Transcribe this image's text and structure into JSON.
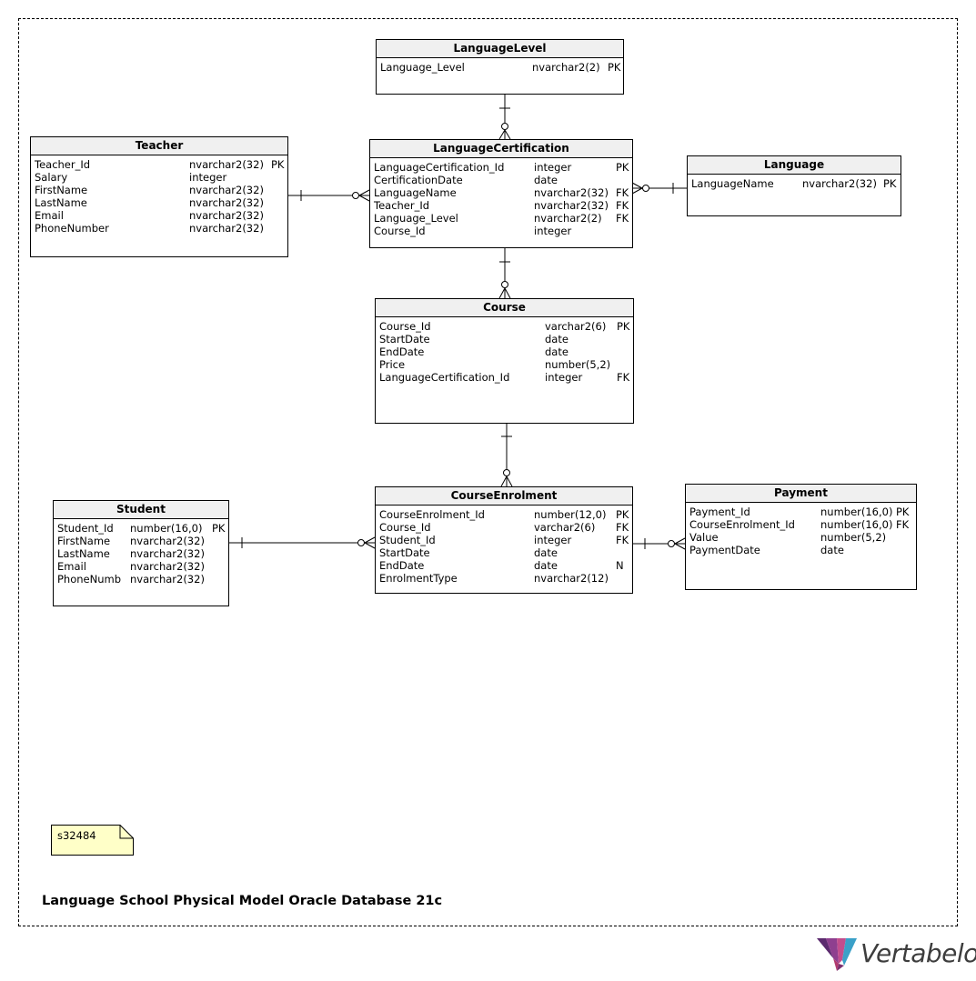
{
  "diagram": {
    "title": "Language School Physical Model Oracle Database 21c",
    "note": "s32484",
    "brand": "Vertabelo"
  },
  "tables": {
    "languagelevel": {
      "name": "LanguageLevel",
      "columns": [
        {
          "name": "Language_Level",
          "type": "nvarchar2(2)",
          "key": "PK"
        }
      ]
    },
    "teacher": {
      "name": "Teacher",
      "columns": [
        {
          "name": "Teacher_Id",
          "type": "nvarchar2(32)",
          "key": "PK"
        },
        {
          "name": "Salary",
          "type": "integer",
          "key": ""
        },
        {
          "name": "FirstName",
          "type": "nvarchar2(32)",
          "key": ""
        },
        {
          "name": "LastName",
          "type": "nvarchar2(32)",
          "key": ""
        },
        {
          "name": "Email",
          "type": "nvarchar2(32)",
          "key": ""
        },
        {
          "name": "PhoneNumber",
          "type": "nvarchar2(32)",
          "key": ""
        }
      ]
    },
    "languagecertification": {
      "name": "LanguageCertification",
      "columns": [
        {
          "name": "LanguageCertification_Id",
          "type": "integer",
          "key": "PK"
        },
        {
          "name": "CertificationDate",
          "type": "date",
          "key": ""
        },
        {
          "name": "LanguageName",
          "type": "nvarchar2(32)",
          "key": "FK"
        },
        {
          "name": "Teacher_Id",
          "type": "nvarchar2(32)",
          "key": "FK"
        },
        {
          "name": "Language_Level",
          "type": "nvarchar2(2)",
          "key": "FK"
        },
        {
          "name": "Course_Id",
          "type": "integer",
          "key": ""
        }
      ]
    },
    "language": {
      "name": "Language",
      "columns": [
        {
          "name": "LanguageName",
          "type": "nvarchar2(32)",
          "key": "PK"
        }
      ]
    },
    "course": {
      "name": "Course",
      "columns": [
        {
          "name": "Course_Id",
          "type": "varchar2(6)",
          "key": "PK"
        },
        {
          "name": "StartDate",
          "type": "date",
          "key": ""
        },
        {
          "name": "EndDate",
          "type": "date",
          "key": ""
        },
        {
          "name": "Price",
          "type": "number(5,2)",
          "key": ""
        },
        {
          "name": "LanguageCertification_Id",
          "type": "integer",
          "key": "FK"
        }
      ]
    },
    "student": {
      "name": "Student",
      "columns": [
        {
          "name": "Student_Id",
          "type": "number(16,0)",
          "key": "PK"
        },
        {
          "name": "FirstName",
          "type": "nvarchar2(32)",
          "key": ""
        },
        {
          "name": "LastName",
          "type": "nvarchar2(32)",
          "key": ""
        },
        {
          "name": "Email",
          "type": "nvarchar2(32)",
          "key": ""
        },
        {
          "name": "PhoneNumb",
          "type": "nvarchar2(32)",
          "key": ""
        }
      ]
    },
    "courseenrolment": {
      "name": "CourseEnrolment",
      "columns": [
        {
          "name": "CourseEnrolment_Id",
          "type": "number(12,0)",
          "key": "PK"
        },
        {
          "name": "Course_Id",
          "type": "varchar2(6)",
          "key": "FK"
        },
        {
          "name": "Student_Id",
          "type": "integer",
          "key": "FK"
        },
        {
          "name": "StartDate",
          "type": "date",
          "key": ""
        },
        {
          "name": "EndDate",
          "type": "date",
          "key": "N"
        },
        {
          "name": "EnrolmentType",
          "type": "nvarchar2(12)",
          "key": ""
        }
      ]
    },
    "payment": {
      "name": "Payment",
      "columns": [
        {
          "name": "Payment_Id",
          "type": "number(16,0)",
          "key": "PK"
        },
        {
          "name": "CourseEnrolment_Id",
          "type": "number(16,0)",
          "key": "FK"
        },
        {
          "name": "Value",
          "type": "number(5,2)",
          "key": ""
        },
        {
          "name": "PaymentDate",
          "type": "date",
          "key": ""
        }
      ]
    }
  }
}
